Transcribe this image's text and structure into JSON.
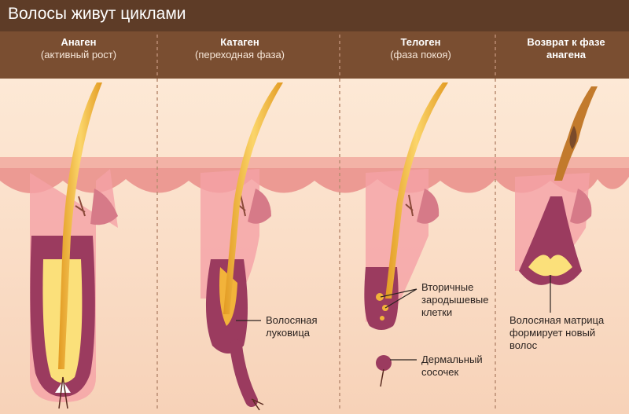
{
  "title": "Волосы живут циклами",
  "phases": [
    {
      "name": "Анаген",
      "sub": "(активный рост)"
    },
    {
      "name": "Катаген",
      "sub": "(переходная фаза)"
    },
    {
      "name": "Телоген",
      "sub": "(фаза покоя)"
    },
    {
      "name": "Возврат к фазе",
      "sub": "анагена"
    }
  ],
  "labels": {
    "bulb": [
      "Волосяная",
      "луковица"
    ],
    "germ": [
      "Вторичные",
      "зародышевые",
      "клетки"
    ],
    "papilla": [
      "Дермальный",
      "сосочек"
    ],
    "matrix": [
      "Волосяная матрица",
      "формирует новый",
      "волос"
    ]
  },
  "colors": {
    "header": "#5e3c27",
    "band": "#7a4e31",
    "hair": "#f2b33a",
    "skin": "#e88a8a",
    "follicle": "#a84a6a"
  }
}
